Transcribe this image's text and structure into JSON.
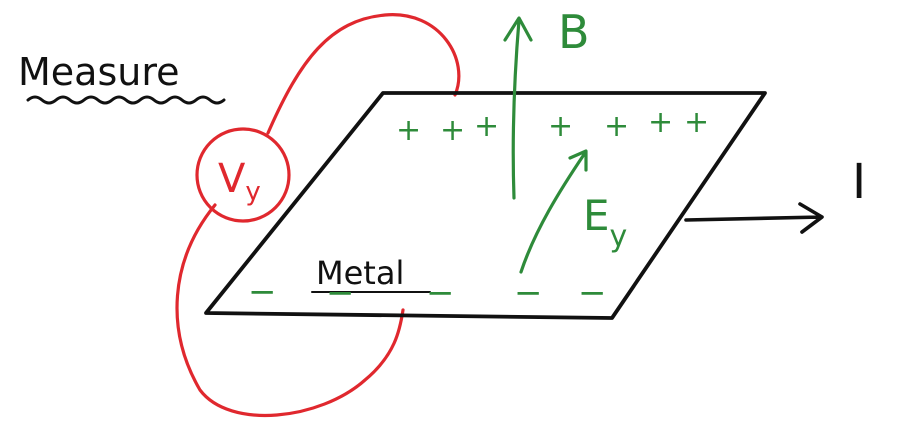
{
  "labels": {
    "measure": "Measure",
    "voltmeter_main": "V",
    "voltmeter_sub": "y",
    "magnetic_field": "B",
    "electric_field_main": "E",
    "electric_field_sub": "y",
    "current": "I",
    "material": "Metal"
  },
  "charges": {
    "top": [
      "+",
      "+",
      "+",
      "+",
      "+",
      "+",
      "+"
    ],
    "bottom": [
      "−",
      "−",
      "−",
      "−",
      "−"
    ]
  },
  "colors": {
    "ink": "#111111",
    "field": "#2e8b3a",
    "circuit": "#e0282e"
  }
}
